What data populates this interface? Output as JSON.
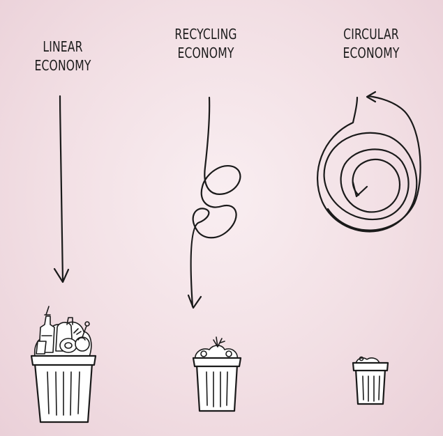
{
  "diagram": {
    "columns": [
      {
        "key": "linear",
        "title": "LINEAR ECONOMY"
      },
      {
        "key": "recycling",
        "title": "RECYCLING\nECONOMY"
      },
      {
        "key": "circular",
        "title": "CIRCULAR\nECONOMY"
      }
    ]
  },
  "colors": {
    "background": "#f2dfe4",
    "ink": "#1a1a1a",
    "bin": "#ffffff"
  },
  "icons": {
    "linear_arrow": "straight-down-arrow-icon",
    "recycling_arrow": "looped-down-arrow-icon",
    "circular_arrow": "spiral-loop-arrow-icon",
    "bin": "trash-bin-icon"
  }
}
